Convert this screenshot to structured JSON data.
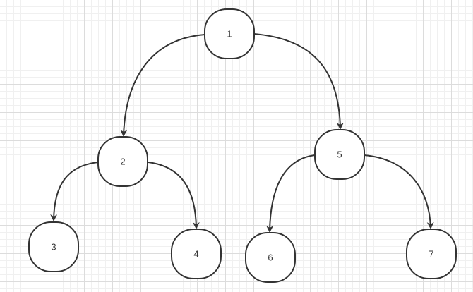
{
  "colors": {
    "node_stroke": "#333333",
    "edge_stroke": "#333333",
    "node_fill": "#ffffff",
    "grid_major": "#dcdcdc",
    "grid_minor": "#f0f0f0"
  },
  "nodes": [
    {
      "id": "n1",
      "label": "1"
    },
    {
      "id": "n2",
      "label": "2"
    },
    {
      "id": "n3",
      "label": "3"
    },
    {
      "id": "n4",
      "label": "4"
    },
    {
      "id": "n5",
      "label": "5"
    },
    {
      "id": "n6",
      "label": "6"
    },
    {
      "id": "n7",
      "label": "7"
    }
  ],
  "edges": [
    {
      "from": "n1",
      "to": "n2"
    },
    {
      "from": "n1",
      "to": "n5"
    },
    {
      "from": "n2",
      "to": "n3"
    },
    {
      "from": "n2",
      "to": "n4"
    },
    {
      "from": "n5",
      "to": "n6"
    },
    {
      "from": "n5",
      "to": "n7"
    }
  ]
}
